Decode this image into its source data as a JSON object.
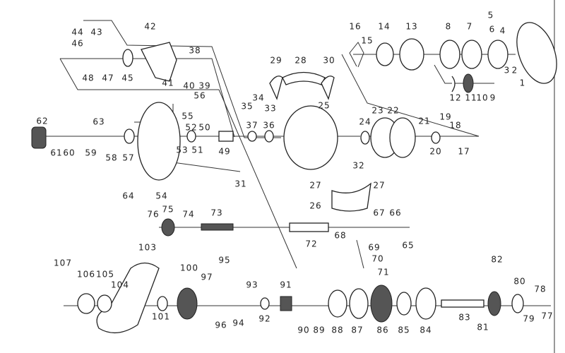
{
  "title": "Exploded parts diagram of baitcasting reel",
  "part_labels": [
    "1",
    "2",
    "3",
    "4",
    "5",
    "6",
    "7",
    "8",
    "9",
    "10",
    "11",
    "12",
    "13",
    "14",
    "15",
    "16",
    "17",
    "18",
    "19",
    "20",
    "21",
    "22",
    "23",
    "24",
    "25",
    "26",
    "27",
    "27",
    "28",
    "29",
    "30",
    "31",
    "32",
    "33",
    "34",
    "35",
    "36",
    "37",
    "38",
    "39",
    "40",
    "41",
    "42",
    "43",
    "44",
    "45",
    "46",
    "47",
    "48",
    "49",
    "50",
    "51",
    "52",
    "53",
    "54",
    "55",
    "56",
    "57",
    "58",
    "59",
    "60",
    "61",
    "62",
    "63",
    "64",
    "65",
    "66",
    "67",
    "68",
    "69",
    "70",
    "71",
    "72",
    "73",
    "74",
    "75",
    "76",
    "77",
    "78",
    "79",
    "80",
    "81",
    "82",
    "83",
    "84",
    "85",
    "86",
    "87",
    "88",
    "89",
    "90",
    "91",
    "92",
    "93",
    "94",
    "95",
    "96",
    "97",
    "100",
    "101",
    "103",
    "104",
    "105",
    "106",
    "107"
  ]
}
